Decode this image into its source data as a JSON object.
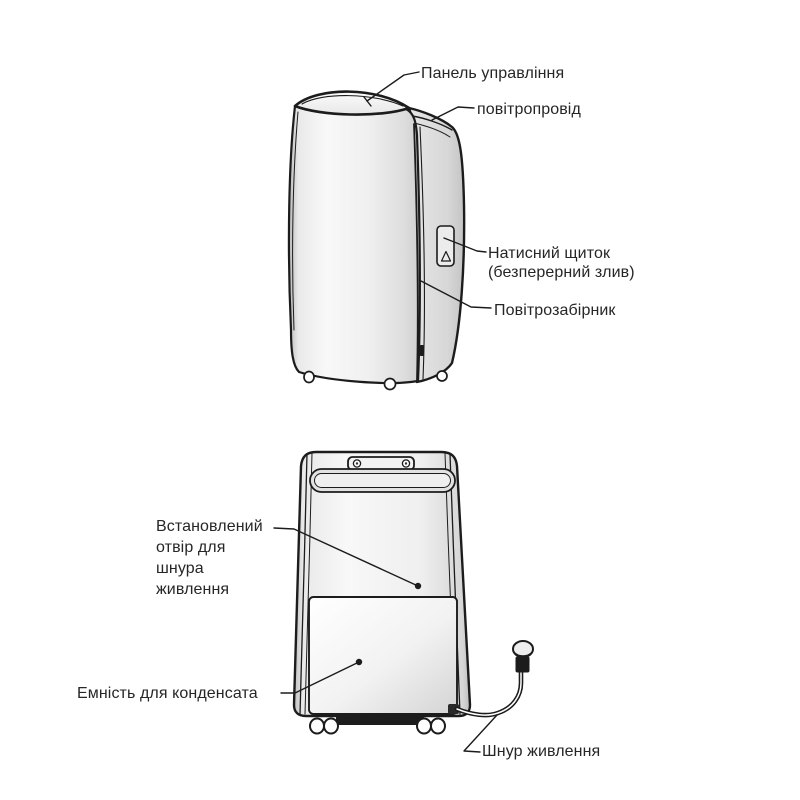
{
  "page": {
    "background": "#ffffff",
    "line_color": "#1c1c1c",
    "text_color": "#262626",
    "language": "uk"
  },
  "figure_top": {
    "description": "dehumidifier-three-quarter-view",
    "labels": {
      "control_panel": "Панель управління",
      "air_duct": "повітропровід",
      "press_panel": "Натисний щиток\n(безперерний злив)",
      "air_intake": "Повітрозабірник"
    }
  },
  "figure_bottom": {
    "description": "dehumidifier-rear-view",
    "labels": {
      "cord_hole": "Встановлений\nотвір для\nшнура\nживлення",
      "condensate_tank": "Емність для конденсата",
      "power_cord": "Шнур живлення"
    }
  }
}
